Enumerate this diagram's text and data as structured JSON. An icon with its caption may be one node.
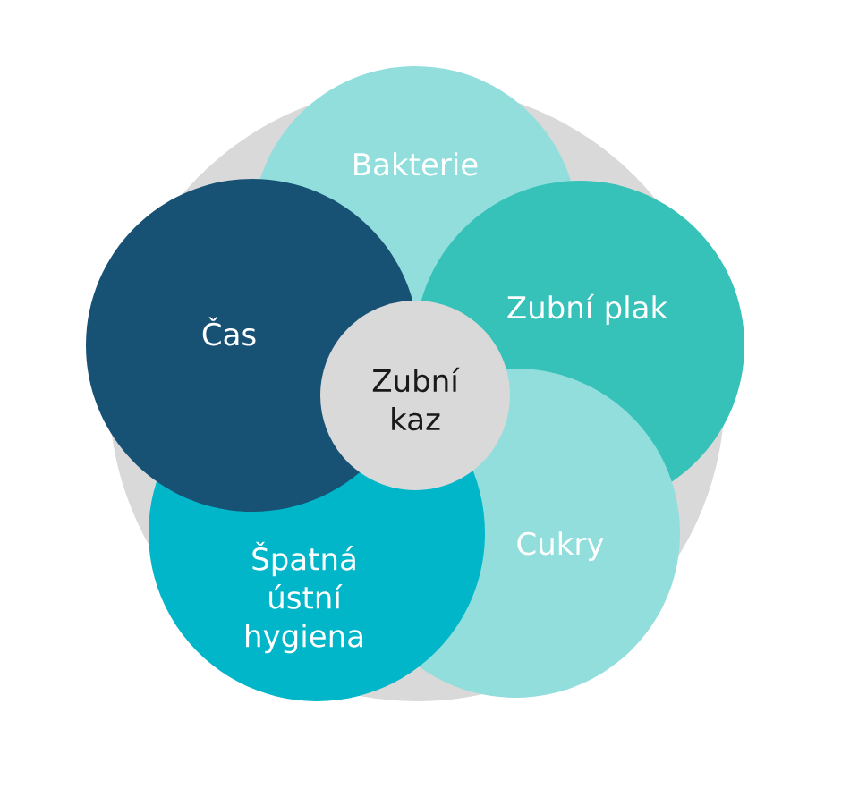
{
  "diagram": {
    "nodes": [
      {
        "text": [
          "Bakterie"
        ]
      },
      {
        "text": [
          "Čas"
        ]
      },
      {
        "text": [
          "Zubní plak"
        ]
      },
      {
        "text": [
          "Zubní kaz"
        ]
      },
      {
        "text": [
          "Špatná ústní hygiena"
        ]
      },
      {
        "text": [
          "Cukry"
        ]
      }
    ]
  }
}
